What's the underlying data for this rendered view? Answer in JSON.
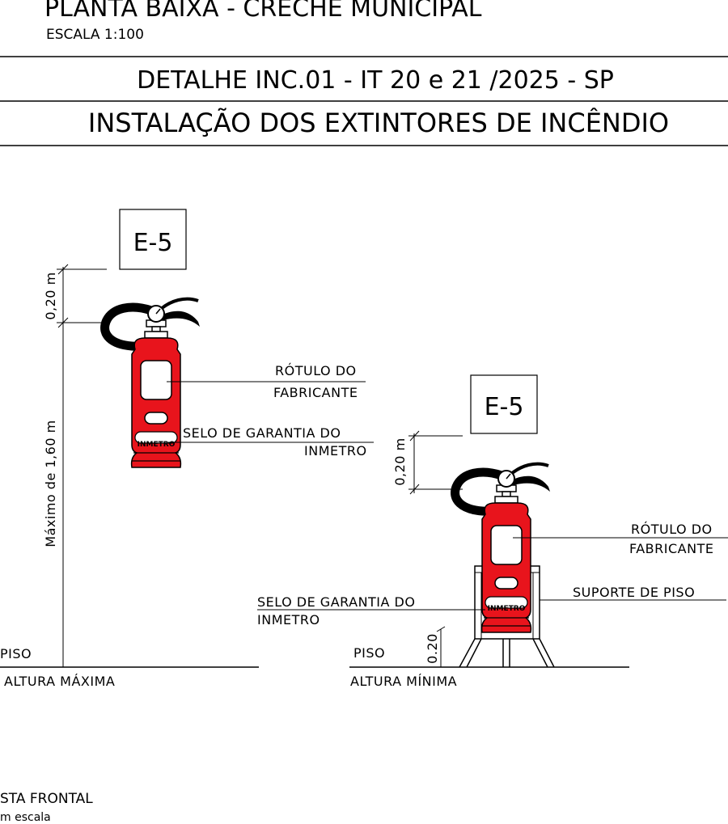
{
  "header": {
    "title": "PLANTA BAIXA - CRECHE MUNICIPAL",
    "scale": "ESCALA 1:100",
    "detail": "DETALHE INC.01 - IT 20 e 21 /2025 - SP",
    "subtitle": "INSTALAÇÃO DOS EXTINTORES DE INCÊNDIO"
  },
  "left_detail": {
    "sign": "E-5",
    "dim_top": "0,20 m",
    "dim_main": "Máximo de 1,60 m",
    "label_rotulo_1": "RÓTULO DO",
    "label_rotulo_2": "FABRICANTE",
    "label_selo_1": "SELO DE GARANTIA DO",
    "label_selo_2": "INMETRO",
    "badge": "INMETRO",
    "floor": "PISO",
    "caption": "ALTURA MÁXIMA"
  },
  "right_detail": {
    "sign": "E-5",
    "dim_top": "0,20 m",
    "dim_base": "0.20",
    "label_rotulo_1": "RÓTULO DO",
    "label_rotulo_2": "FABRICANTE",
    "label_suporte": "SUPORTE DE PISO",
    "label_selo_1": "SELO DE GARANTIA DO",
    "label_selo_2": "INMETRO",
    "badge": "INMETRO",
    "floor": "PISO",
    "caption": "ALTURA MÍNIMA"
  },
  "footer": {
    "view": "STA FRONTAL",
    "note": "m escala"
  },
  "colors": {
    "extinguisher_red": "#e8141c",
    "ink": "#000000"
  }
}
